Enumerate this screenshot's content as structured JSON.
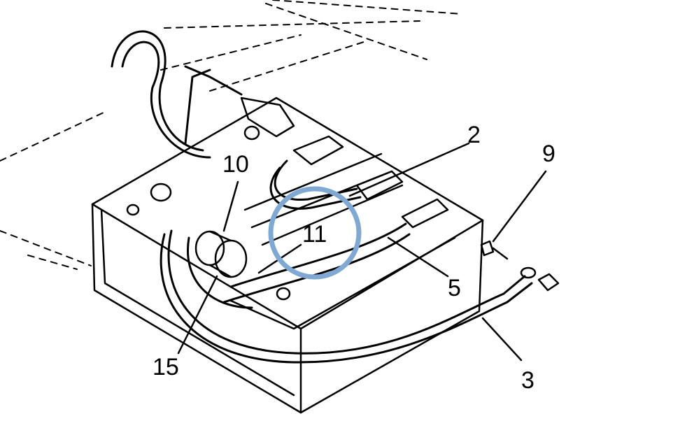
{
  "diagram": {
    "title": "Battery cable assembly",
    "callouts": {
      "c2": "2",
      "c9": "9",
      "c10": "10",
      "c11": "11",
      "c5": "5",
      "c15": "15",
      "c3": "3"
    },
    "highlight_color": "#7fa9d3",
    "line_color": "#000000"
  }
}
